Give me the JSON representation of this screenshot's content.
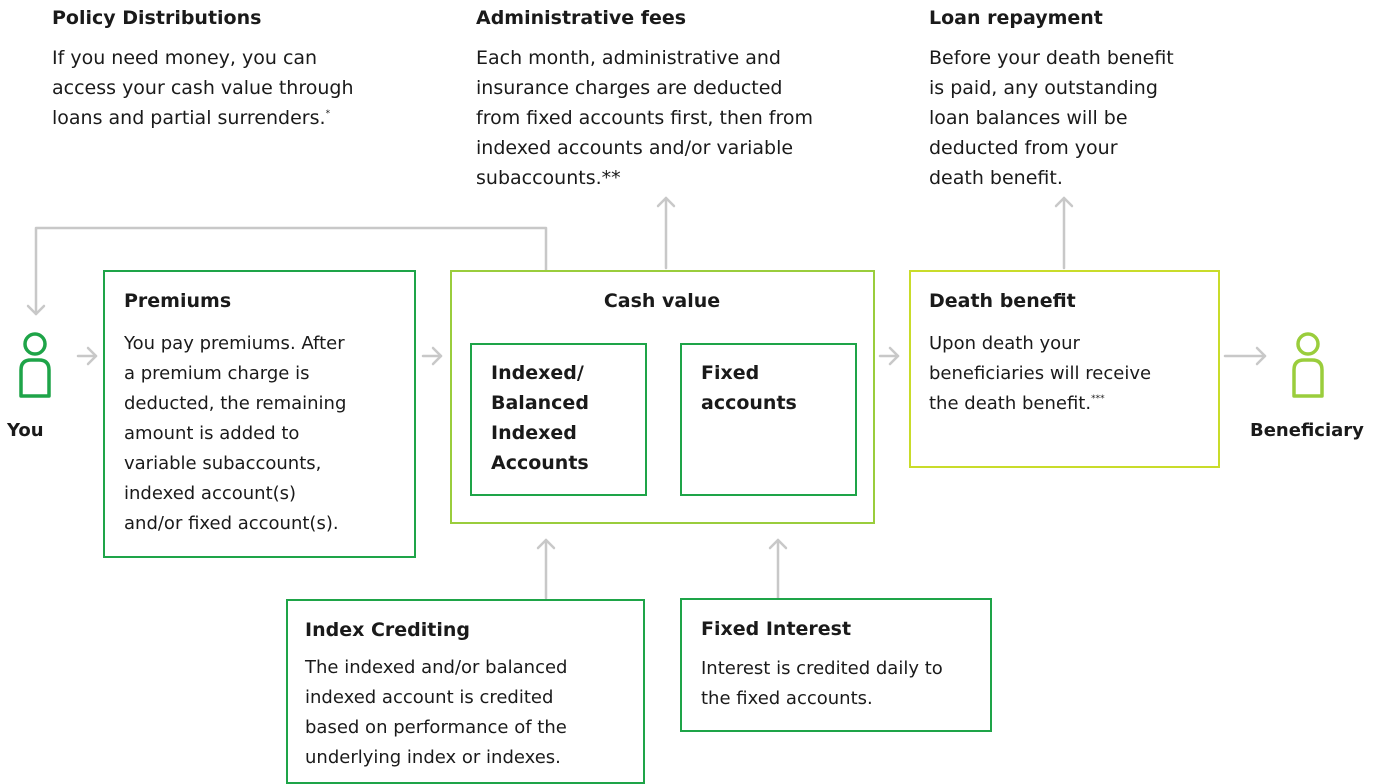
{
  "colors": {
    "dark_green": "#1ea448",
    "light_green": "#9acd3c",
    "yellow_green": "#c9dc2a",
    "connector_gray": "#c8c8c8",
    "text": "#1a1a1a"
  },
  "policy_distributions": {
    "title": "Policy Distributions",
    "lines": [
      "If you need money, you can",
      "access your cash value through",
      "loans and partial surrenders."
    ],
    "footnote": "*"
  },
  "administrative_fees": {
    "title": "Administrative fees",
    "lines": [
      "Each month, administrative and",
      "insurance charges are deducted",
      "from fixed accounts first, then from",
      "indexed accounts and/or variable",
      "subaccounts.**"
    ]
  },
  "loan_repayment": {
    "title": "Loan repayment",
    "lines": [
      "Before your death benefit",
      "is paid, any outstanding",
      "loan balances will be",
      "deducted from your",
      "death benefit."
    ]
  },
  "you": {
    "label": "You",
    "icon": "person-icon"
  },
  "beneficiary": {
    "label": "Beneficiary",
    "icon": "person-icon"
  },
  "premiums": {
    "title": "Premiums",
    "lines": [
      "You pay premiums. After",
      "a premium charge is",
      "deducted, the remaining",
      "amount is added to",
      "variable subaccounts,",
      "indexed account(s)",
      "and/or fixed account(s)."
    ]
  },
  "cash_value": {
    "title": "Cash value",
    "indexed_lines": [
      "Indexed/",
      "Balanced",
      "Indexed",
      "Accounts"
    ],
    "fixed_lines": [
      "Fixed",
      "accounts"
    ]
  },
  "death_benefit": {
    "title": "Death benefit",
    "lines": [
      "Upon death your",
      "beneficiaries will receive",
      "the death benefit."
    ],
    "footnote": "***"
  },
  "index_crediting": {
    "title": "Index Crediting",
    "lines": [
      "The indexed and/or balanced",
      "indexed account is credited",
      "based on performance of the",
      "underlying index or indexes."
    ]
  },
  "fixed_interest": {
    "title": "Fixed Interest",
    "lines": [
      "Interest is credited daily to",
      "the fixed accounts."
    ]
  }
}
